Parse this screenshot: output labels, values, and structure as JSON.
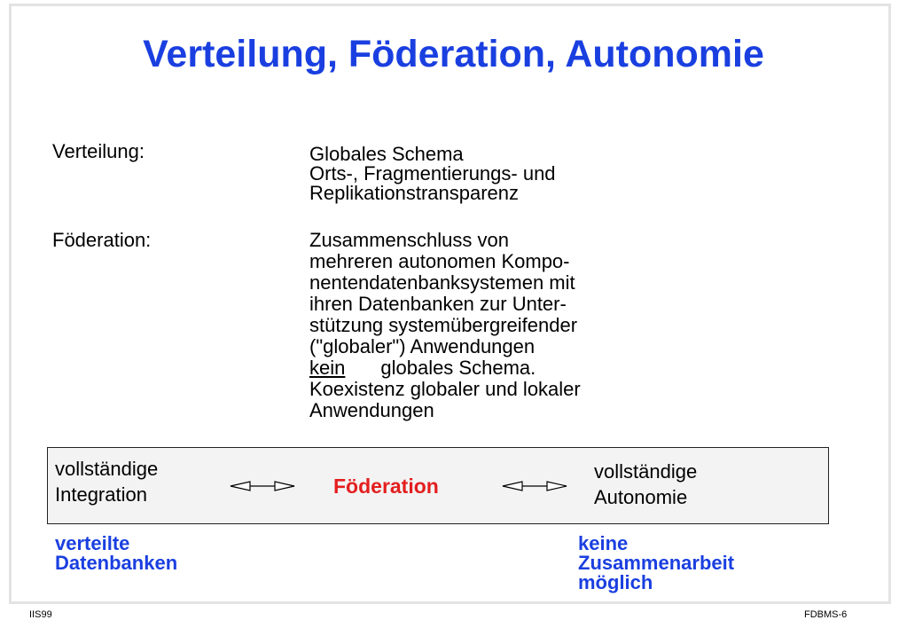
{
  "title": "Verteilung, Föderation, Autonomie",
  "verteilung": {
    "term": "Verteilung:",
    "lines": [
      "Globales Schema",
      "Orts-, Fragmentierungs- und",
      "Replikationstransparenz"
    ]
  },
  "foederation": {
    "term": "Föderation:",
    "lines": [
      "Zusammenschluss von",
      "mehreren autonomen Kompo-",
      "nentendatenbanksystemen mit",
      "ihren Datenbanken zur Unter-",
      "stützung systemübergreifender",
      "(\"globaler\") Anwendungen"
    ],
    "kein": "kein",
    "kein_rest": "globales Schema.",
    "lines2": [
      "Koexistenz globaler und lokaler",
      "Anwendungen"
    ]
  },
  "spectrum": {
    "left_line1": "vollständige",
    "left_line2": "Integration",
    "center": "Föderation",
    "right_line1": "vollständige",
    "right_line2": "Autonomie"
  },
  "below": {
    "left_line1": "verteilte",
    "left_line2": "Datenbanken",
    "right_line1": "keine",
    "right_line2": "Zusammenarbeit",
    "right_line3": "möglich"
  },
  "footer": {
    "left": "IIS99",
    "right": "FDBMS-6"
  },
  "colors": {
    "title": "#1a3fe0",
    "accent_red": "#e41e1e",
    "box_bg": "#f3f3f3"
  }
}
